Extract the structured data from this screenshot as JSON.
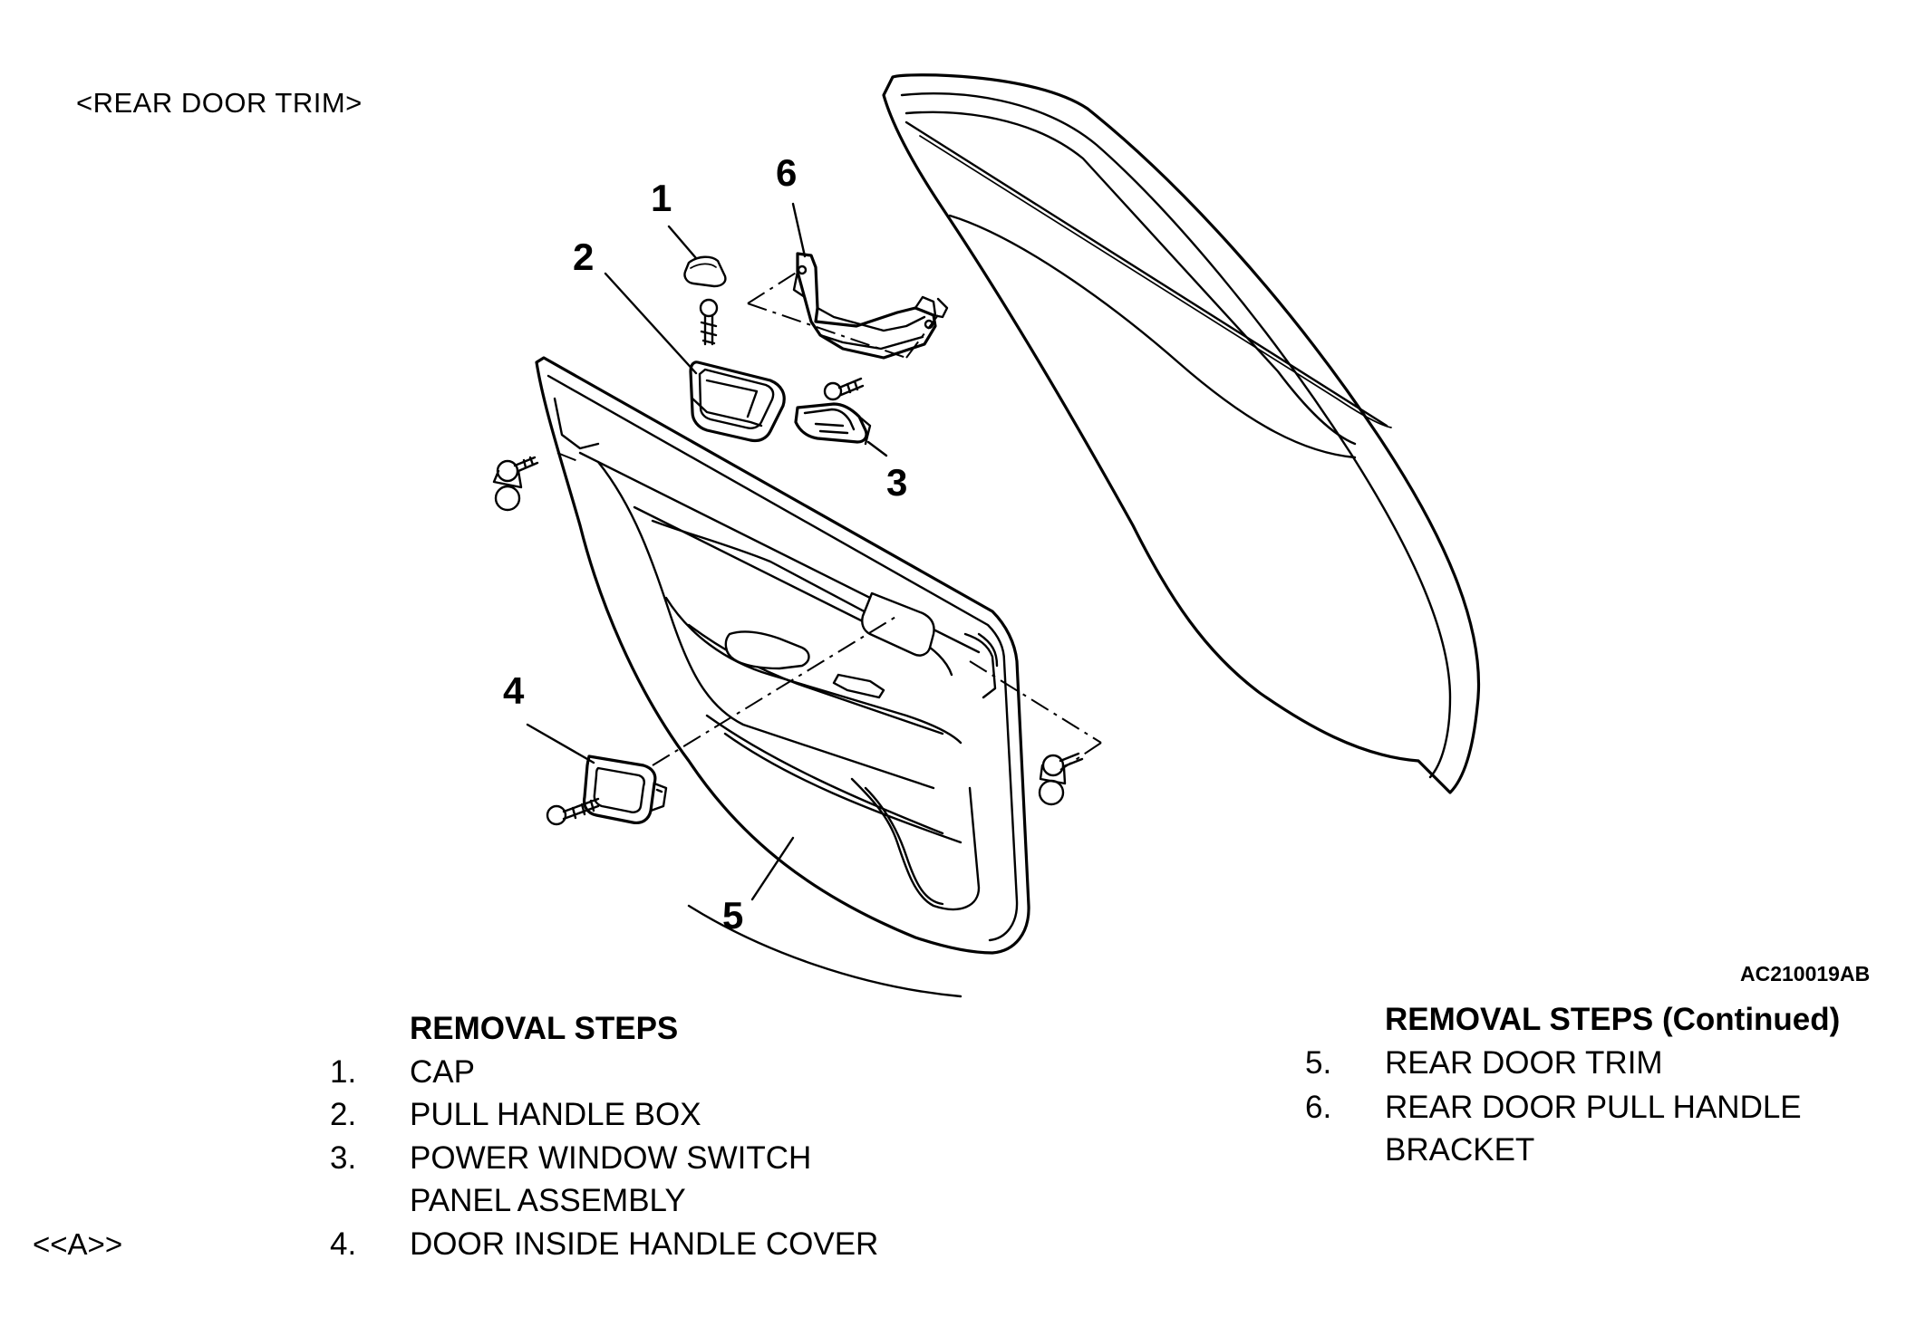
{
  "header": {
    "title": "<REAR DOOR TRIM>",
    "illustration_code": "AC210019AB"
  },
  "callouts": [
    "1",
    "2",
    "3",
    "4",
    "5",
    "6"
  ],
  "removal_steps": {
    "heading": "REMOVAL STEPS",
    "items": [
      {
        "num": "1.",
        "label": "CAP"
      },
      {
        "num": "2.",
        "label": "PULL HANDLE BOX"
      },
      {
        "num": "3.",
        "label": "POWER WINDOW SWITCH",
        "label_cont": "PANEL ASSEMBLY"
      },
      {
        "num": "4.",
        "label": "DOOR INSIDE HANDLE COVER",
        "ref": "<<A>>"
      }
    ]
  },
  "removal_steps_continued": {
    "heading": "REMOVAL STEPS (Continued)",
    "items": [
      {
        "num": "5.",
        "label": "REAR DOOR TRIM"
      },
      {
        "num": "6.",
        "label": "REAR DOOR PULL HANDLE",
        "label_cont": "BRACKET"
      }
    ]
  }
}
